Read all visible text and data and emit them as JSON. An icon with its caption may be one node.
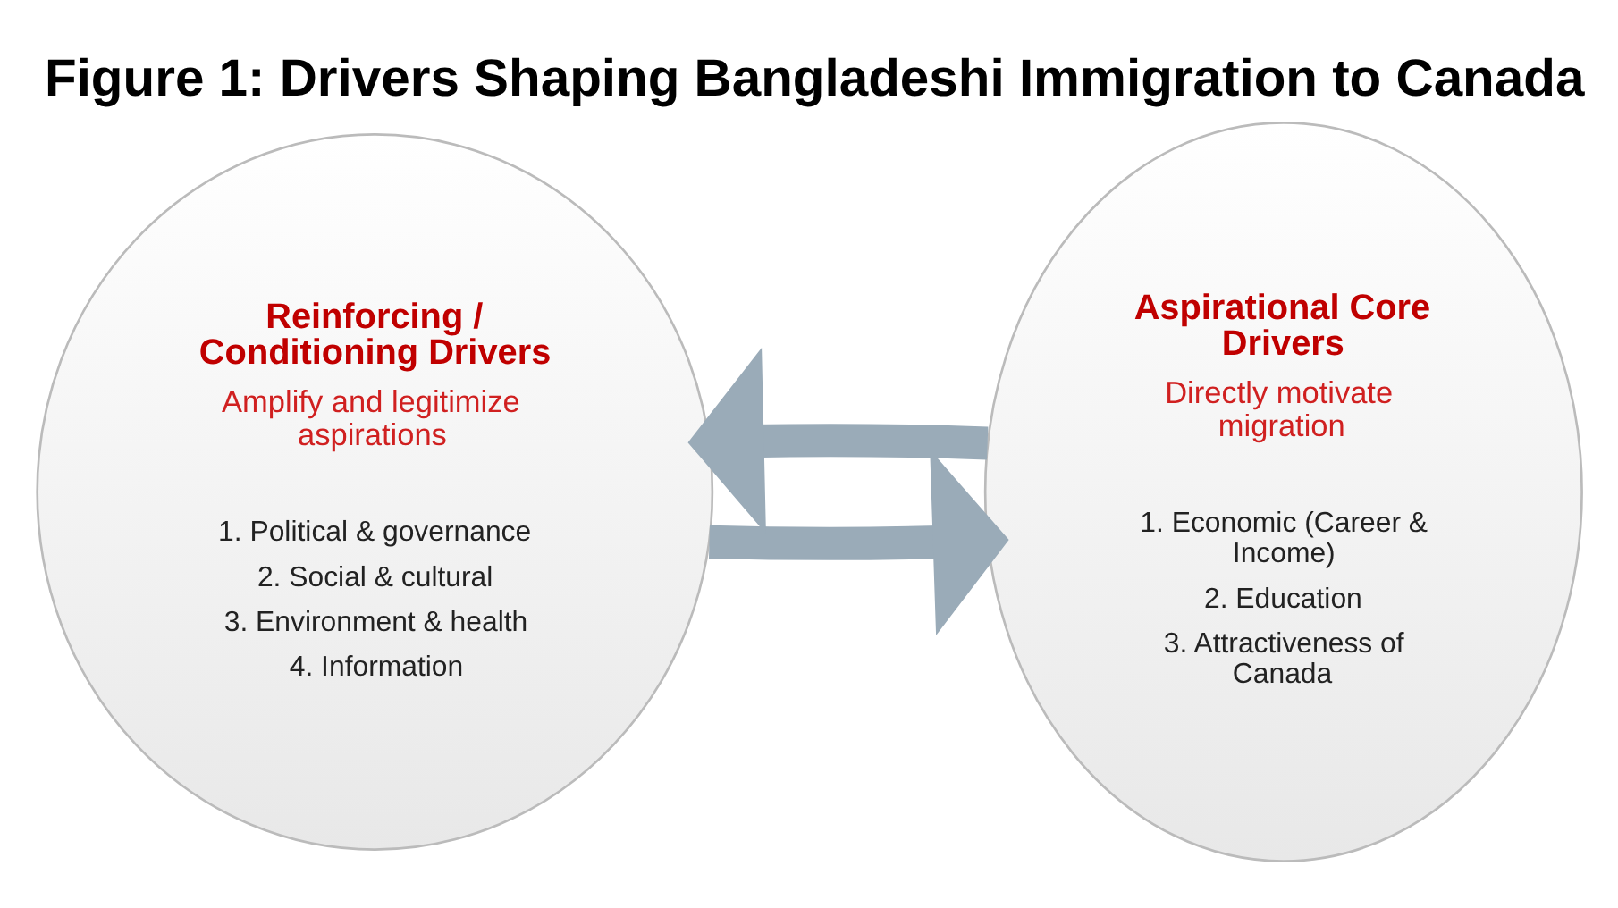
{
  "diagram": {
    "title": "Figure 1: Drivers Shaping Bangladeshi Immigration to Canada",
    "nodes": [
      {
        "text": [
          "Reinforcing / Conditioning Drivers",
          "Amplify and legitimize aspirations",
          "1. Political & governance",
          "2. Social & cultural",
          "3. Environment & health",
          "4. Information"
        ]
      },
      {
        "text": [
          "Aspirational Core Drivers",
          "Directly motivate migration",
          "1. Economic (Career & Income)",
          "2. Education",
          "3. Attractiveness of Canada"
        ]
      }
    ],
    "edges": [
      {
        "from": 0,
        "to": 1,
        "arrow": "to"
      },
      {
        "from": 1,
        "to": 0,
        "arrow": "to"
      }
    ]
  }
}
